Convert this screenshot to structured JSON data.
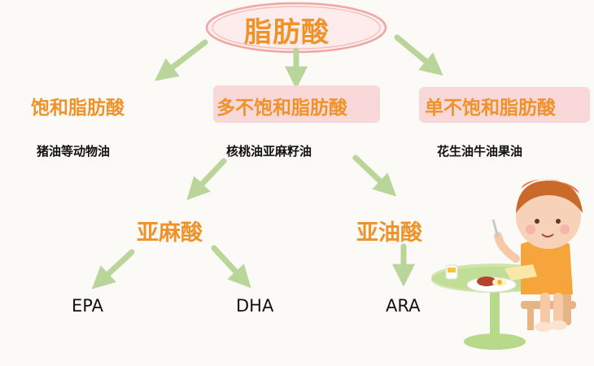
{
  "root": {
    "label": "脂肪酸"
  },
  "level1": [
    {
      "id": "saturated",
      "label": "饱和脂肪酸",
      "example": "猪油等动物油"
    },
    {
      "id": "polyunsaturated",
      "label": "多不饱和脂肪酸",
      "example": "核桃油亚麻籽油"
    },
    {
      "id": "monounsaturated",
      "label": "单不饱和脂肪酸",
      "example": "花生油牛油果油"
    }
  ],
  "level2": [
    {
      "id": "linolenic",
      "label": "亚麻酸"
    },
    {
      "id": "linoleic",
      "label": "亚油酸"
    }
  ],
  "level3": [
    {
      "id": "epa",
      "label": "EPA"
    },
    {
      "id": "dha",
      "label": "DHA"
    },
    {
      "id": "ara",
      "label": "ARA"
    }
  ],
  "colors": {
    "label_orange": "#f0922a",
    "highlight_pink": "#f9d8d9",
    "arrow_green": "#b9d59a",
    "root_ellipse": "#f0a6a2"
  }
}
